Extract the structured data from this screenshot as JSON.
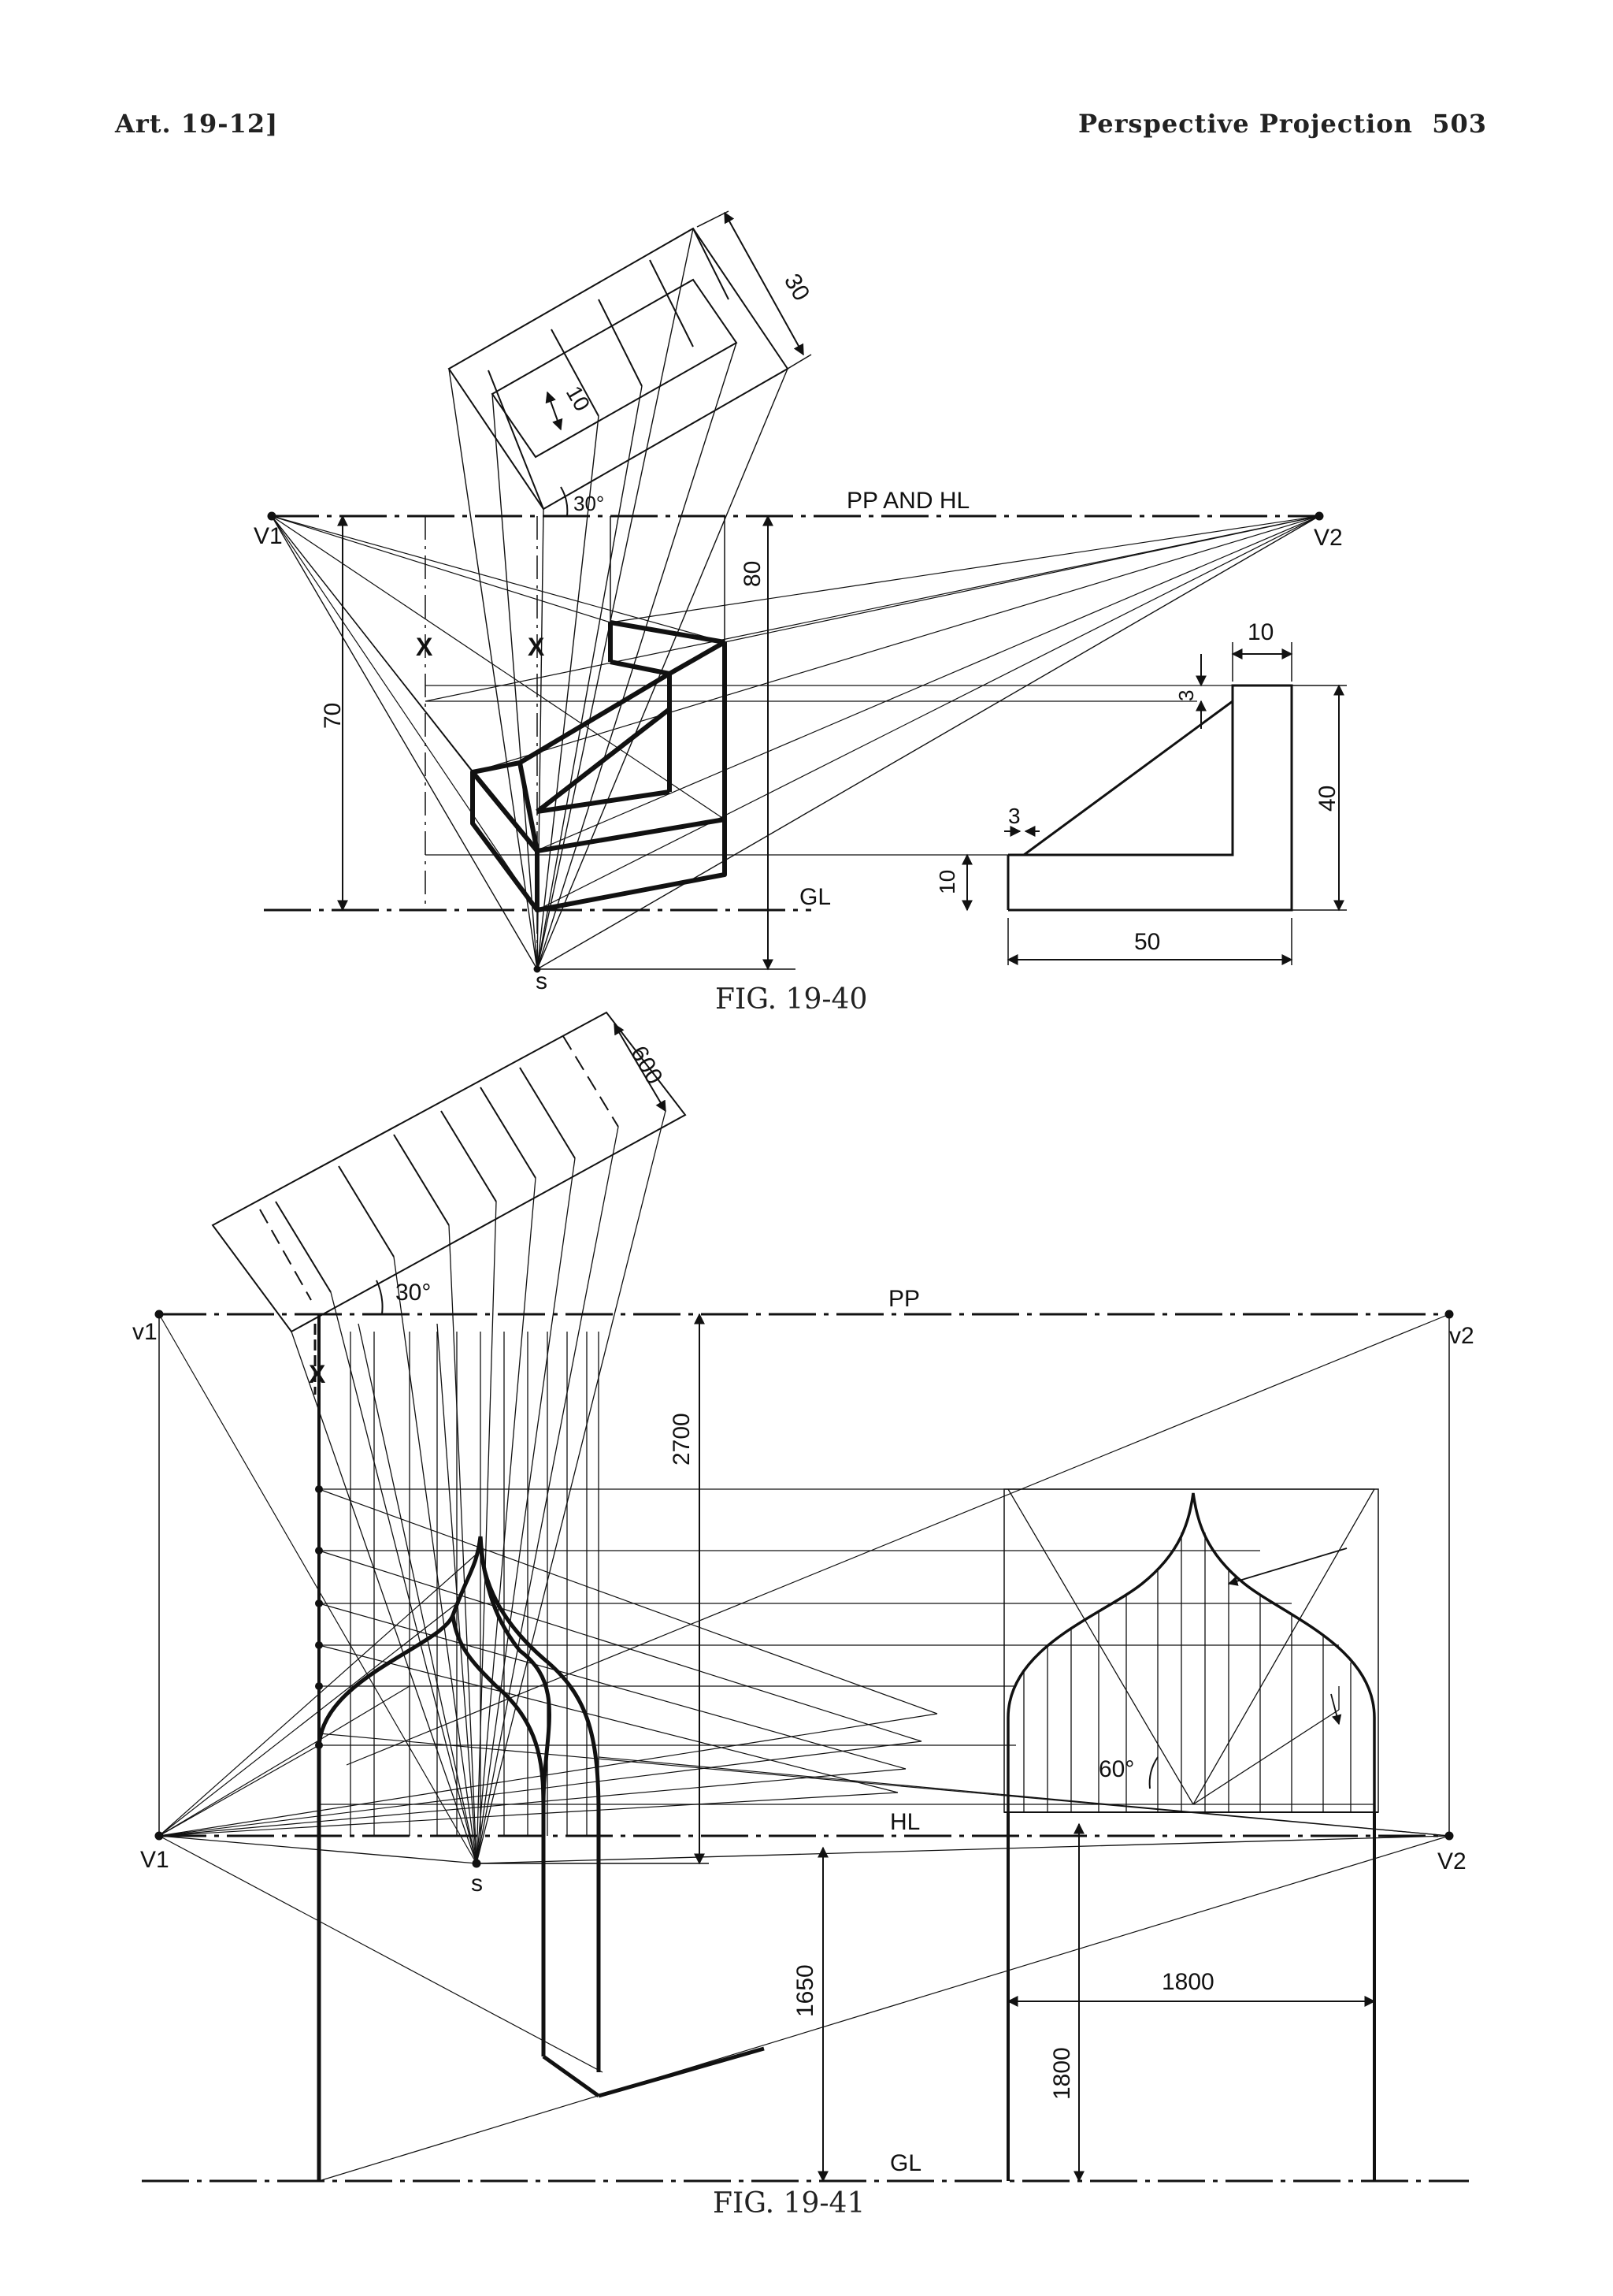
{
  "header": {
    "left": "Art. 19-12]",
    "right": "Perspective Projection",
    "page_number": "503"
  },
  "fig40": {
    "caption": "FIG. 19-40",
    "labels": {
      "pp_hl": "PP AND HL",
      "v1": "V1",
      "v2": "V2",
      "gl": "GL",
      "s": "s",
      "x_left": "X",
      "x_right": "X",
      "angle": "30°"
    },
    "dims": {
      "d30": "30",
      "d10_plan": "10",
      "d80": "80",
      "d70": "70",
      "d10_top": "10",
      "d3_top": "3",
      "d40": "40",
      "d3_slope": "3",
      "d10_base": "10",
      "d50": "50"
    }
  },
  "fig41": {
    "caption": "FIG. 19-41",
    "labels": {
      "pp": "PP",
      "hl": "HL",
      "gl": "GL",
      "v1_top": "v1",
      "v2_top": "v2",
      "v1": "V1",
      "v2": "V2",
      "s": "s",
      "x": "X",
      "angle30": "30°",
      "angle60": "60°"
    },
    "dims": {
      "d600": "600",
      "d2700": "2700",
      "d1650": "1650",
      "d1800_w": "1800",
      "d1800_h": "1800"
    }
  }
}
